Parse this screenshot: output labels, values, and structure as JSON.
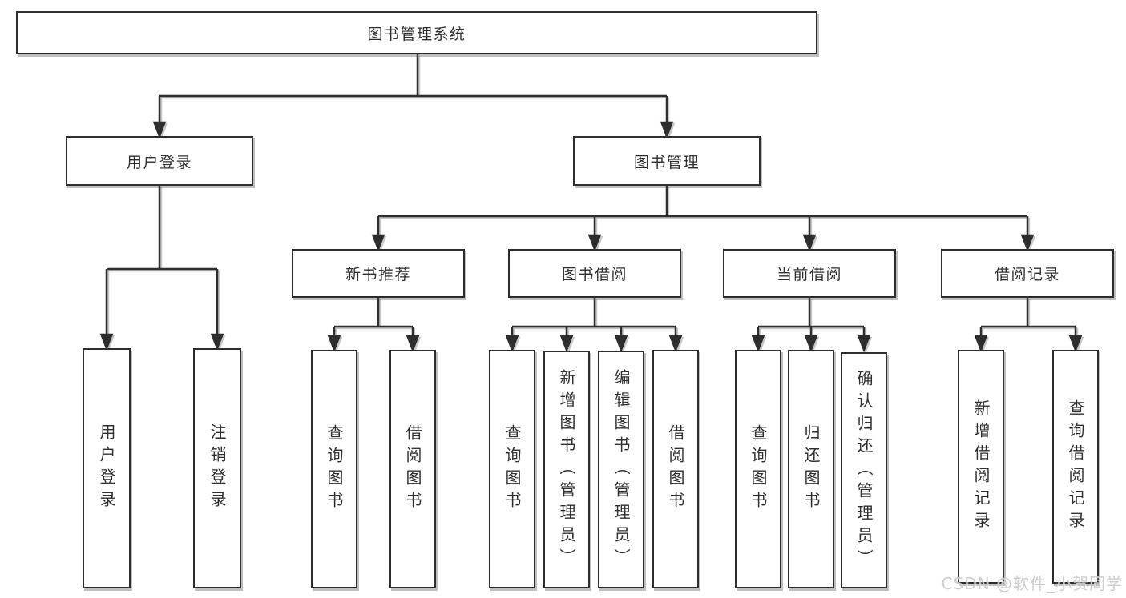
{
  "tree": {
    "root": {
      "label": "图书管理系统",
      "children": [
        {
          "label": "用户登录",
          "children": [
            {
              "label": "用户登录"
            },
            {
              "label": "注销登录"
            }
          ]
        },
        {
          "label": "图书管理",
          "children": [
            {
              "label": "新书推荐",
              "children": [
                {
                  "label": "查询图书"
                },
                {
                  "label": "借阅图书"
                }
              ]
            },
            {
              "label": "图书借阅",
              "children": [
                {
                  "label": "查询图书"
                },
                {
                  "label": "新增图书（管理员）"
                },
                {
                  "label": "编辑图书（管理员）"
                },
                {
                  "label": "借阅图书"
                }
              ]
            },
            {
              "label": "当前借阅",
              "children": [
                {
                  "label": "查询图书"
                },
                {
                  "label": "归还图书"
                },
                {
                  "label": "确认归还（管理员）"
                }
              ]
            },
            {
              "label": "借阅记录",
              "children": [
                {
                  "label": "新增借阅记录"
                },
                {
                  "label": "查询借阅记录"
                }
              ]
            }
          ]
        }
      ]
    }
  },
  "watermark": {
    "text": "CSDN @软件_小贺同学"
  },
  "colors": {
    "line": "#2d2d2d",
    "box_border": "#2d2d2d",
    "text": "#2f2f2f",
    "background": "#ffffff",
    "watermark": "#cbcbcb"
  }
}
